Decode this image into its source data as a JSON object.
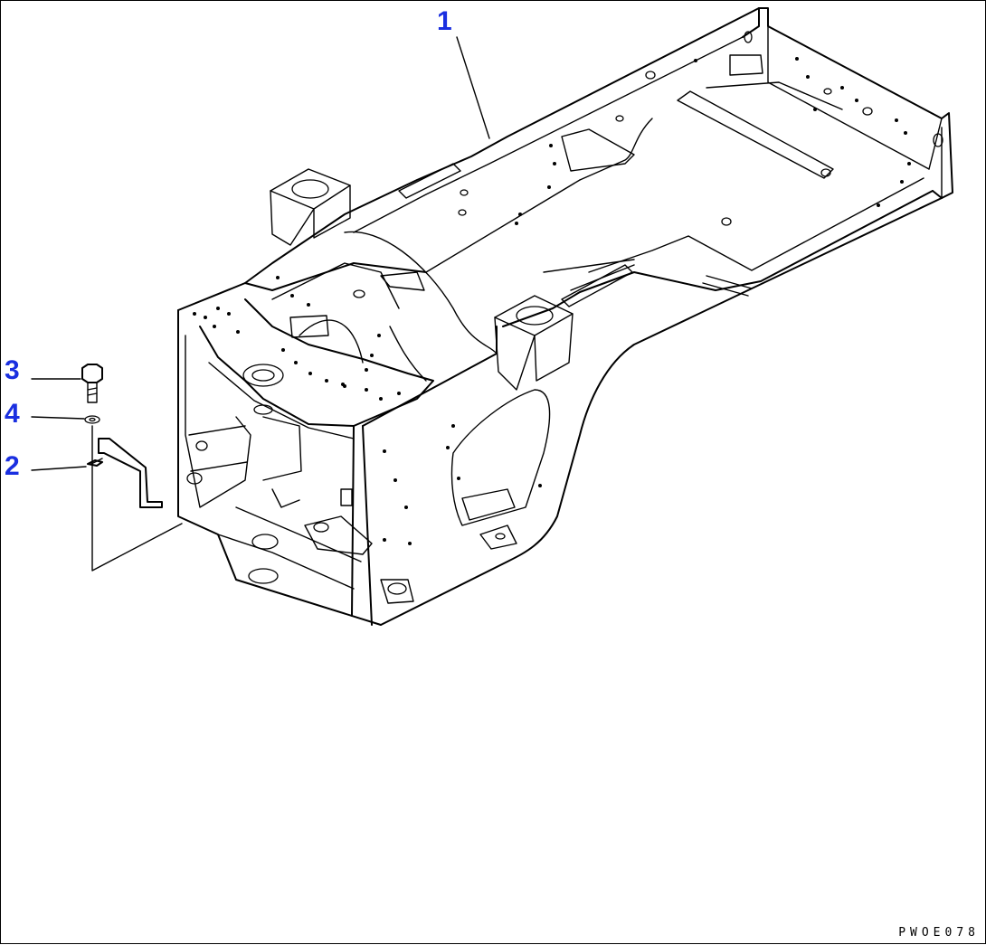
{
  "callouts": [
    {
      "label": "1",
      "part": "frame"
    },
    {
      "label": "2",
      "part": "bracket"
    },
    {
      "label": "3",
      "part": "bolt"
    },
    {
      "label": "4",
      "part": "washer"
    }
  ],
  "drawing_code": "PWOE078",
  "colors": {
    "callout": "#1a2fe0",
    "line": "#000000",
    "background": "#ffffff"
  }
}
